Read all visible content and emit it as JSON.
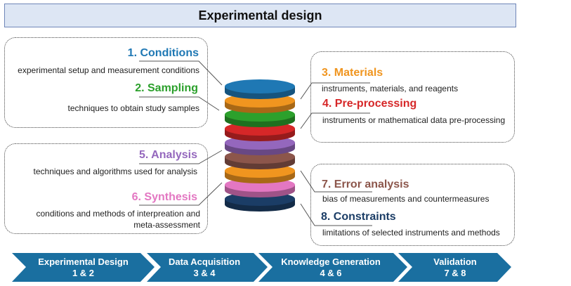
{
  "title": "Experimental design",
  "steps": [
    {
      "label": "1. Conditions",
      "desc": "experimental setup and measurement conditions",
      "color": "#1f78b4"
    },
    {
      "label": "2. Sampling",
      "desc": "techniques to obtain study samples",
      "color": "#2ca02c"
    },
    {
      "label": "3. Materials",
      "desc": "instruments, materials, and reagents",
      "color": "#f0951f"
    },
    {
      "label": "4. Pre-processing",
      "desc": "instruments or mathematical data pre-processing",
      "color": "#d62728"
    },
    {
      "label": "5. Analysis",
      "desc": "techniques and algorithms used for analysis",
      "color": "#9467bd"
    },
    {
      "label": "6. Synthesis",
      "desc_line1": "conditions and methods of interpreation and",
      "desc_line2": "meta-assessment",
      "color": "#e377c2"
    },
    {
      "label": "7. Error analysis",
      "desc": "bias of measurements and countermeasures",
      "color": "#8c564b"
    },
    {
      "label": "8. Constraints",
      "desc": "limitations of selected instruments and methods",
      "color": "#1b3d66"
    }
  ],
  "phases": [
    {
      "name": "Experimental Design",
      "steps": "1 & 2"
    },
    {
      "name": "Data Acquisition",
      "steps": "3 & 4"
    },
    {
      "name": "Knowledge Generation",
      "steps": "4 & 6"
    },
    {
      "name": "Validation",
      "steps": "7 & 8"
    }
  ],
  "colors": {
    "phase": "#1a6fa0",
    "title_fill": "#dde6f4"
  }
}
